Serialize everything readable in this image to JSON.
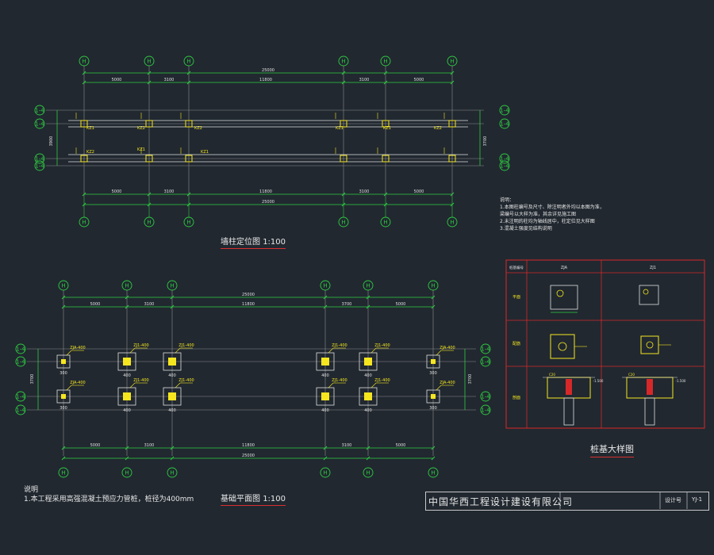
{
  "plan1": {
    "title": "墙柱定位图",
    "scale": "1:100",
    "axes_top": [
      "H",
      "H",
      "H",
      "H",
      "H",
      "H"
    ],
    "dims_top_total": "25000",
    "dims_top": [
      "5000",
      "3100",
      "11800",
      "3100",
      "5000"
    ],
    "dims_bottom": [
      "5000",
      "3100",
      "11800",
      "3100",
      "5000"
    ],
    "dims_bottom_total": "25000",
    "row_axes": [
      "1-4",
      "1-4",
      "1-4",
      "1-4"
    ],
    "side_dims": [
      "3900",
      "3700"
    ],
    "columns": [
      "KZ1",
      "KZ2",
      "KZ2",
      "KZ1",
      "KZ1",
      "KZ2",
      "KZ2",
      "KZ1"
    ]
  },
  "notes1": {
    "heading": "说明：",
    "lines": [
      "1.本图柱编号及尺寸、除注明者外均以本图为准，",
      "  梁编号以大样为准，其余详见施工图",
      "2.未注明的柱均为轴线居中，柱定位见大样图",
      "3.混凝土强度见结构说明"
    ]
  },
  "plan2": {
    "title": "基础平面图",
    "scale": "1:100",
    "dims_top_total": "25000",
    "dims_top": [
      "5000",
      "3100",
      "11800",
      "3700",
      "5000"
    ],
    "dims_bottom": [
      "5000",
      "3100",
      "11800",
      "3100",
      "5000"
    ],
    "dims_bottom_total": "25000",
    "side_dims": [
      "3700",
      "3700"
    ],
    "pile_labels": [
      "ZJA-400",
      "ZJ1-400",
      "ZJ1-400",
      "ZJ1-400",
      "ZJ1-400",
      "ZJA-400"
    ],
    "pile_dim": "400",
    "pile_dim_small": "300"
  },
  "notes2": {
    "heading": "说明",
    "line": "1.本工程采用高强混凝土预应力管桩，桩径为400mm"
  },
  "detail": {
    "title": "桩基大样图",
    "col_header": "桩基编号",
    "columns": [
      "ZJA",
      "ZJ1"
    ],
    "rows": [
      "平面",
      "配筋",
      "剖面"
    ],
    "anno": [
      "-1.500",
      "C20"
    ]
  },
  "title_block": {
    "company": "中国华西工程设计建设有限公司",
    "label": "设计号",
    "code": "YJ-1"
  }
}
